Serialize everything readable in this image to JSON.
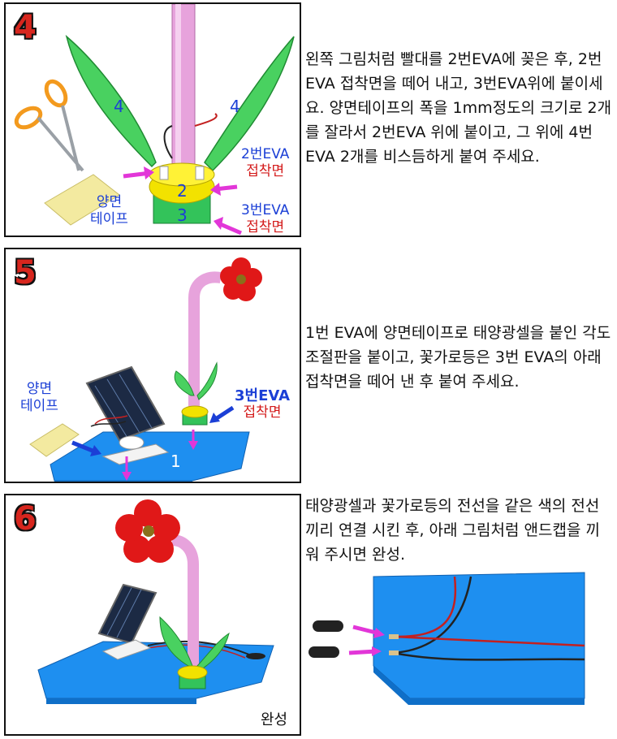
{
  "step4": {
    "number": "4",
    "description": "왼쪽 그림처럼  빨대를 2번EVA에 꽂은 후, 2번EVA 접착면을 떼어 내고, 3번EVA위에 붙이세요. 양면테이프의 폭을 1mm정도의 크기로 2개를 잘라서 2번EVA 위에 붙이고, 그 위에 4번EVA 2개를 비스듬하게 붙여 주세요.",
    "leaf_label": "4",
    "eva2_num": "2",
    "eva3_num": "3",
    "tape_line1": "양면",
    "tape_line2": "테이프",
    "eva2_line1": "2번EVA",
    "eva2_line2": "접착면",
    "eva3_line1": "3번EVA",
    "eva3_line2": "접착면"
  },
  "step5": {
    "number": "5",
    "description": "1번 EVA에 양면테이프로 태양광셀을 붙인 각도조절판을 붙이고, 꽃가로등은 3번 EVA의 아래 접착면을 떼어 낸 후 붙여 주세요.",
    "tape_line1": "양면",
    "tape_line2": "테이프",
    "eva3_line1": "3번EVA",
    "eva3_line2": "접착면",
    "base_num": "1"
  },
  "step6": {
    "number": "6",
    "description": "태양광셀과 꽃가로등의 전선을 같은 색의 전선끼리 연결 시킨 후, 아래 그림처럼 앤드캡을 끼워 주시면 완성.",
    "done_label": "완성"
  },
  "colors": {
    "number_red": "#d7261e",
    "label_blue": "#1b3fd6",
    "label_red": "#d31a1a",
    "arrow_magenta": "#e236d8",
    "eva_green": "#3fd35a",
    "base_blue": "#1e8ff0",
    "straw_pink": "#e9a8df",
    "flower_red": "#e01818"
  }
}
